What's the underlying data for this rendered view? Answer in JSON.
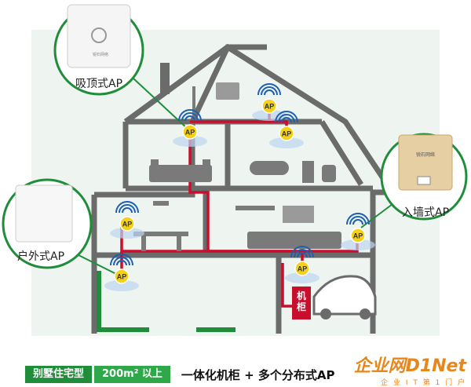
{
  "labels": {
    "ceiling_ap": "吸顶式AP",
    "wall_ap": "入墙式AP",
    "outdoor_ap": "户外式AP",
    "cabinet": "机柜",
    "ap_badge": "AP",
    "device_brand": "锐石网络"
  },
  "bottom_bar": {
    "house_type": "别墅住宅型",
    "area": "200m² 以上",
    "tagline": "一体化机柜 + 多个分布式AP"
  },
  "watermark": {
    "main": "企业网D1Net",
    "sub": "企 业 I T 第 1 门 户"
  },
  "colors": {
    "house_outline": "#6b6b6b",
    "cable_red": "#c8102e",
    "green_accent": "#1f8d3a",
    "badge_yellow": "#f5d21a",
    "signal_blue": "#1f5fb0"
  }
}
